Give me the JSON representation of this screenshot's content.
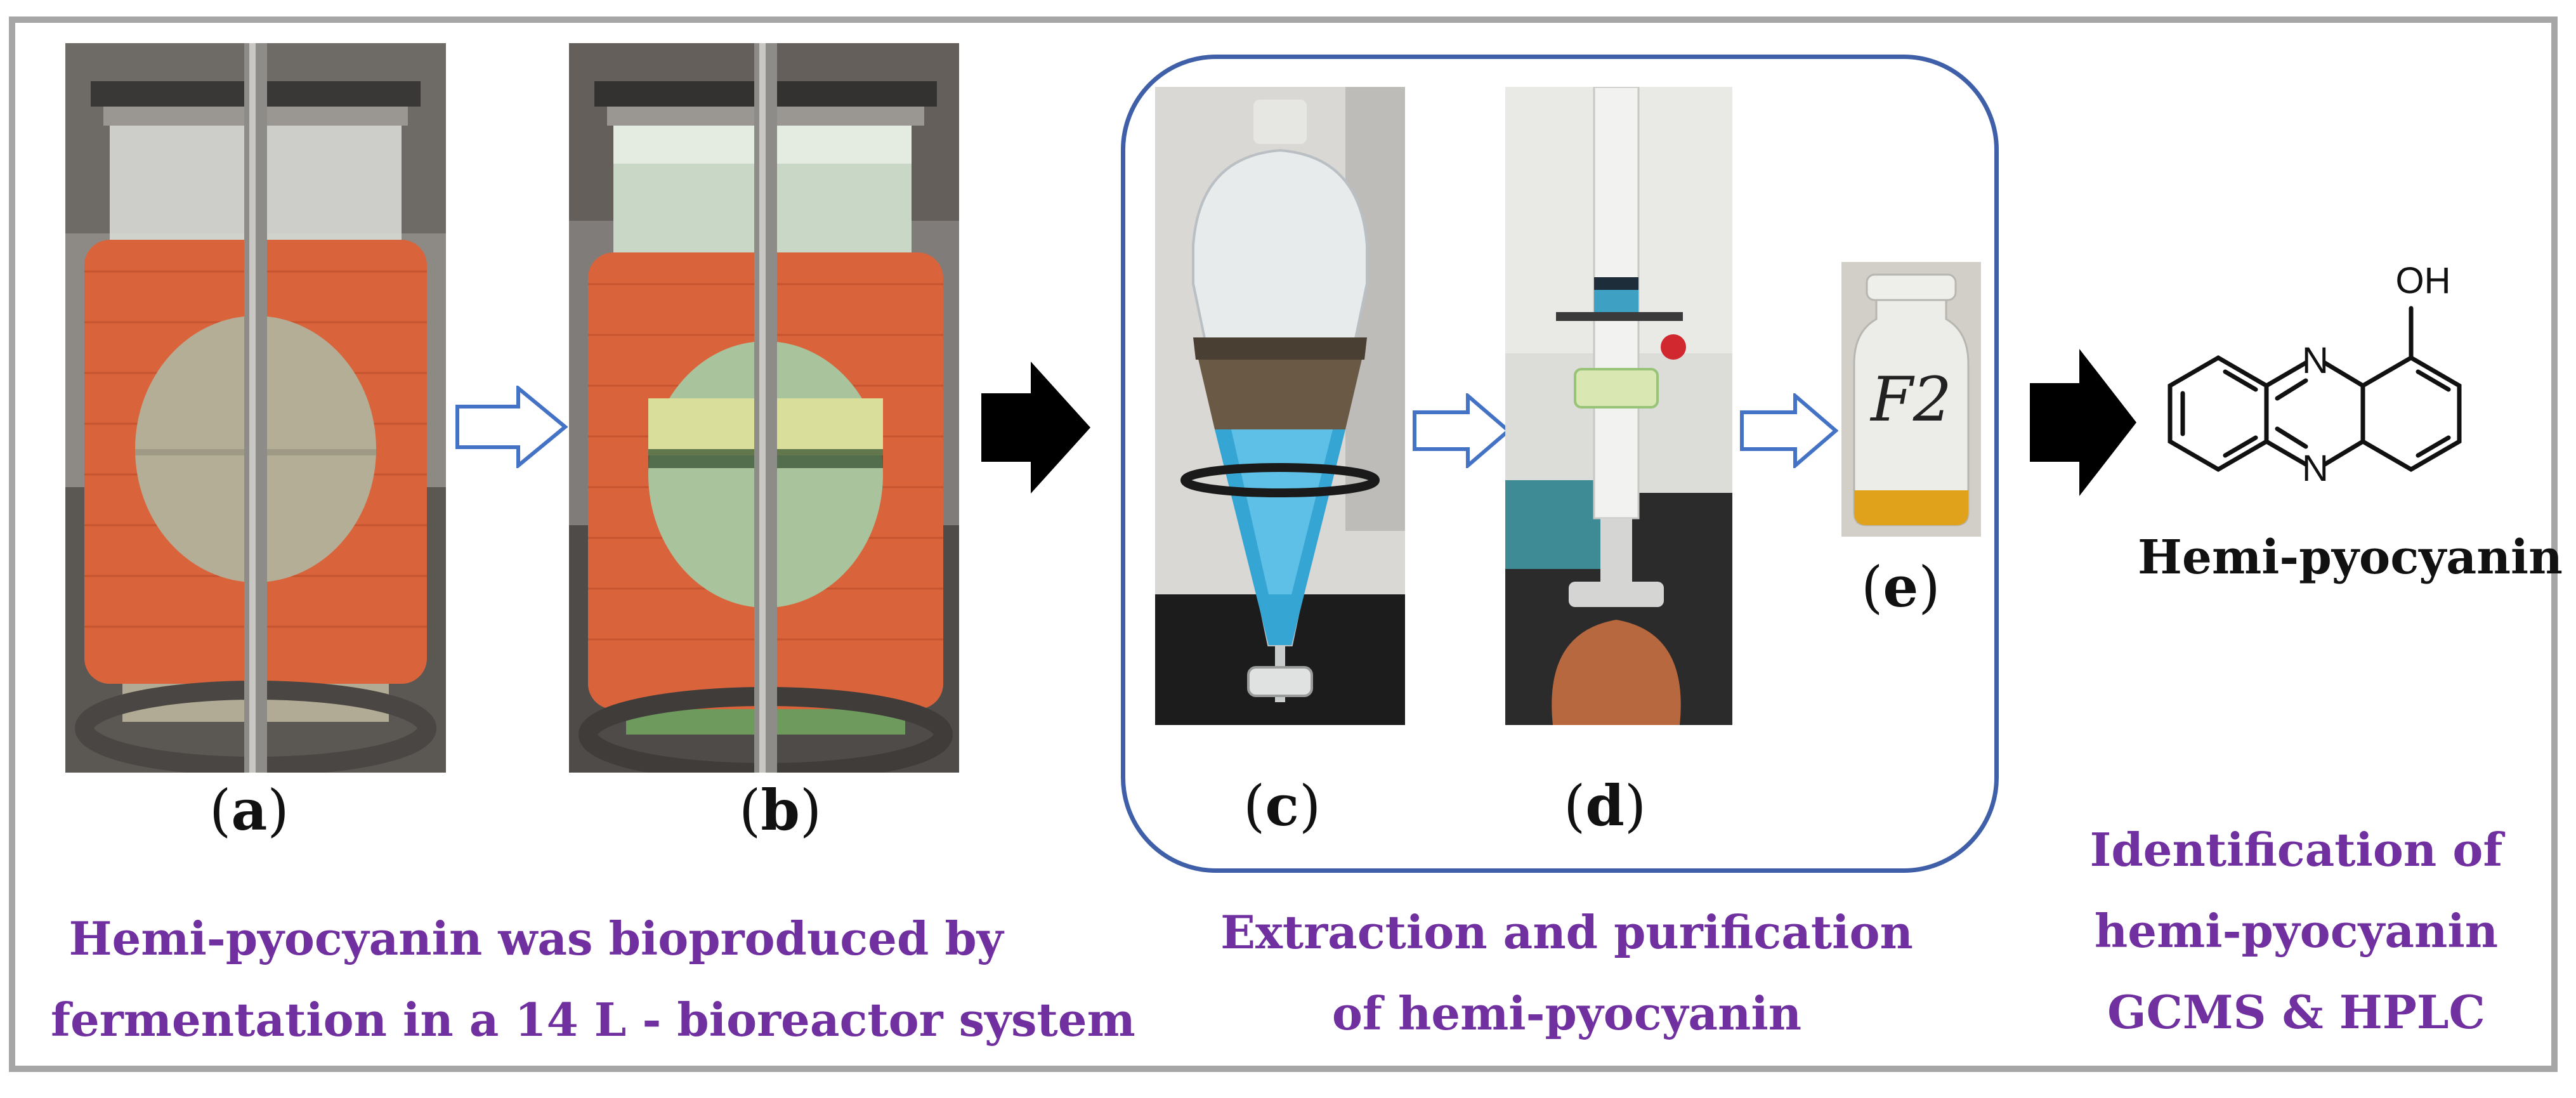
{
  "panels": {
    "a": {
      "label_open": "(",
      "letter": "a",
      "label_close": ")"
    },
    "b": {
      "label_open": "(",
      "letter": "b",
      "label_close": ")"
    },
    "c": {
      "label_open": "(",
      "letter": "c",
      "label_close": ")"
    },
    "d": {
      "label_open": "(",
      "letter": "d",
      "label_close": ")"
    },
    "e": {
      "label_open": "(",
      "letter": "e",
      "label_close": ")"
    }
  },
  "vial_marking": "F2",
  "structure": {
    "hydroxyl_label": "OH",
    "nitrogen_label": "N",
    "compound_name": "Hemi-pyocyanin"
  },
  "captions": {
    "fermentation": [
      "Hemi-pyocyanin was bioproduced by",
      "fermentation in a 14 L - bioreactor system"
    ],
    "extraction": [
      "Extraction and purification",
      "of hemi-pyocyanin"
    ],
    "identification": [
      "Identification of",
      "hemi-pyocyanin",
      "GCMS & HPLC"
    ]
  },
  "colors": {
    "caption_text": "#7030a0",
    "box_border": "#3f60a8",
    "outline_arrow": "#4472c4",
    "solid_arrow": "#000000",
    "frame_border": "#a6a6a6"
  }
}
